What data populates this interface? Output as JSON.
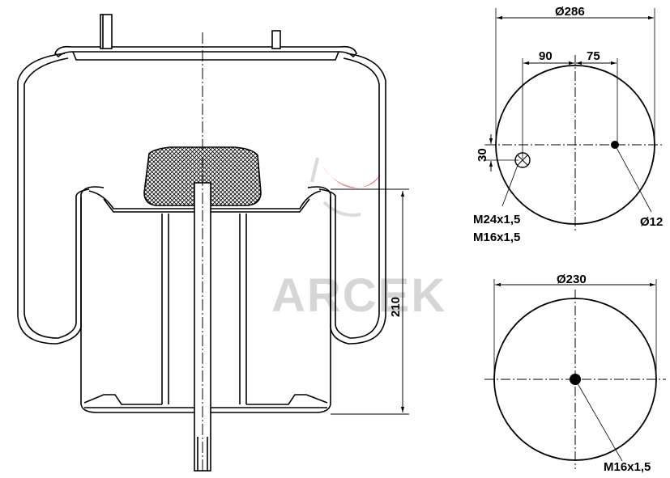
{
  "watermark": {
    "text": "ARCEK"
  },
  "side_view": {
    "height_label": "210"
  },
  "top_view": {
    "diameter_label": "Ø286",
    "offset_left_label": "90",
    "offset_right_label": "75",
    "offset_vertical_label": "30",
    "thread_label_1": "M24x1,5",
    "thread_label_2": "M16x1,5",
    "hole_label": "Ø12"
  },
  "bottom_view": {
    "diameter_label": "Ø230",
    "thread_label": "M16x1,5"
  },
  "colors": {
    "line": "#000000",
    "watermark": "#d6d6d6",
    "logo_red": "#d91c1c"
  }
}
